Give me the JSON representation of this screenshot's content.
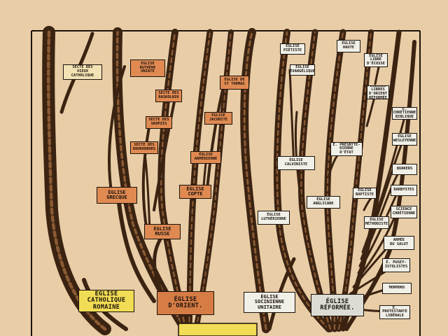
{
  "nodes": {
    "vieux_catholique": "SECTE DES\nVIEUX CATHOLIQUE",
    "ruthene": "ÉGLISE\nRUTHÈNE\nUNIATE",
    "raskolnik": "SECTE DES\nRASKOLNIK",
    "skopzis": "SECTE DES\nSKOPZIS",
    "doukhobors": "SECTE DES\nDOUKHOBORS",
    "st_thomas": "ÉGLISE DE\nST THOMAS",
    "jacobite": "ÉGLISE\nJACOBITE",
    "armenienne": "ÉGLISE\nARMÉNIENNE",
    "grecque": "ÉGLISE\nGRECQUE",
    "copte": "ÉGLISE\nCOPTE",
    "russe": "ÉGLISE\nRUSSE",
    "catholique_romaine": "ÉGLISE CATHOLIQUE\nROMAINE",
    "orient": "ÉGLISE\nD'ORIENT.",
    "socinienne": "ÉGLISE SOCINIENNE\nUNITAIRE",
    "reformee": "ÉGLISE\nRÉFORMÉE.",
    "pietiste": "ÉGLISE\nPIÉTISTE",
    "evangelique": "ÉGLISE\nÉVANGÉLIQUE",
    "haute": "ÉGLISE\nHAUTE",
    "libre_ecosse": "ÉGLISE\nLIBRE\nD'ÉCOSSE",
    "libres_orient": "ÉGLISES\nLIBRES\nD'ORIENT\nRÉFORMÉE",
    "presbyterienne": "É. PRESBYTÉ-\nRIENNE D'ÉTAT",
    "calviniste": "ÉGLISE\nCALVINISTE",
    "lutherienne": "ÉGLISE\nLUTHÉRIENNE",
    "anglicane": "ÉGLISE\nANGLICANE",
    "baptiste": "ÉGLISE\nBAPTISTE",
    "methodiste": "ÉGLISE\nMÉTHODISTE",
    "chretienne_biblique": "É. CHRÉTIENNE\nBIBLIQUE",
    "wesleyenne": "ÉGLISE\nWESLEYENNE",
    "quakers": "QUAKERS",
    "darbystes": "DARBYSTES",
    "science_chretienne": "SCIENCE\nCHRÉTIENNE",
    "armee_salut": "ARMÉE\nDU SALUT",
    "puseyistes": "É. PUSEY-\nISTOLISTES",
    "mormons": "MORMONS",
    "protestante_liberale": "É. PROTESTANTE\nLIBÉRALE"
  },
  "colors": {
    "paper": "#e8cda6",
    "trunk": "#3b2312",
    "trunk_light": "#8a5a33",
    "ink": "#1a120c"
  }
}
